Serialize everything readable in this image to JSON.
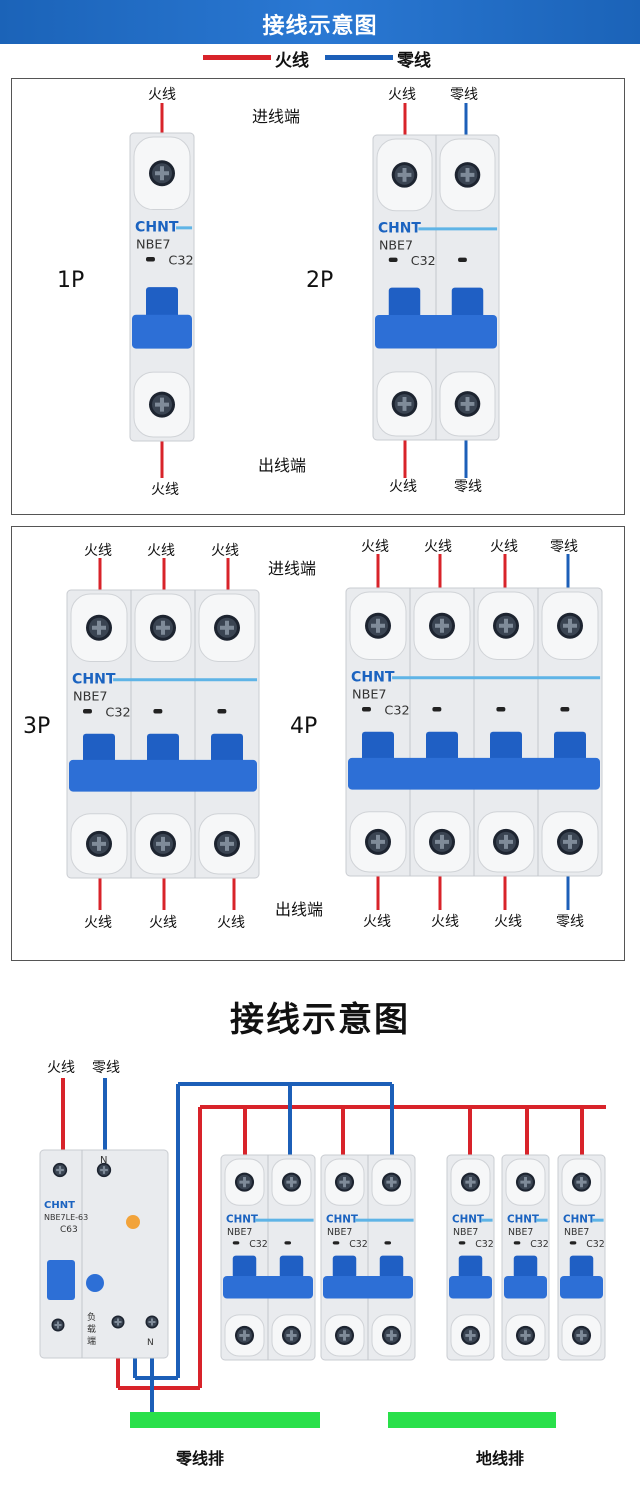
{
  "header": {
    "title": "接线示意图"
  },
  "legend": {
    "live": "火线",
    "neutral": "零线",
    "live_color": "#d8232a",
    "neutral_color": "#1c5fb8"
  },
  "brand": {
    "name": "CHNT",
    "model": "NBE7",
    "rating": "C32",
    "rcbo_model": "NBE7LE-63",
    "rcbo_rating": "C63"
  },
  "panel1": {
    "in_end": "进线端",
    "out_end": "出线端",
    "p1": {
      "label": "1P",
      "top": [
        "火线"
      ],
      "bottom": [
        "火线"
      ]
    },
    "p2": {
      "label": "2P",
      "top": [
        "火线",
        "零线"
      ],
      "bottom": [
        "火线",
        "零线"
      ]
    }
  },
  "panel2": {
    "in_end": "进线端",
    "out_end": "出线端",
    "p3": {
      "label": "3P",
      "top": [
        "火线",
        "火线",
        "火线"
      ],
      "bottom": [
        "火线",
        "火线",
        "火线"
      ]
    },
    "p4": {
      "label": "4P",
      "top": [
        "火线",
        "火线",
        "火线",
        "零线"
      ],
      "bottom": [
        "火线",
        "火线",
        "火线",
        "零线"
      ]
    }
  },
  "wiring": {
    "title": "接线示意图",
    "inputs": [
      "火线",
      "零线"
    ],
    "load_label": "负载端",
    "neutral_bar": "零线排",
    "ground_bar": "地线排",
    "neutral_terminal": "N"
  },
  "colors": {
    "breaker_body": "#e9ebee",
    "handle": "#2d6fd6",
    "bar_green": "#29e04a"
  }
}
